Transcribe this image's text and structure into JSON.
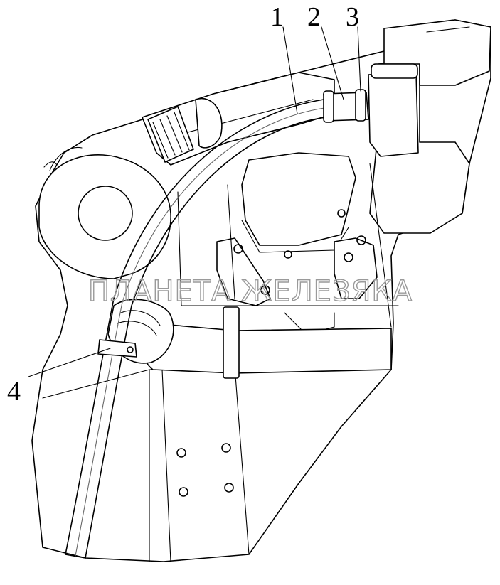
{
  "callouts": [
    {
      "label": "1"
    },
    {
      "label": "2"
    },
    {
      "label": "3"
    },
    {
      "label": "4"
    }
  ],
  "watermark": "ПЛАНЕТА ЖЕЛЕЗЯКА",
  "colors": {
    "line": "#000000",
    "background": "#ffffff",
    "watermark": "#9a9a9a"
  }
}
